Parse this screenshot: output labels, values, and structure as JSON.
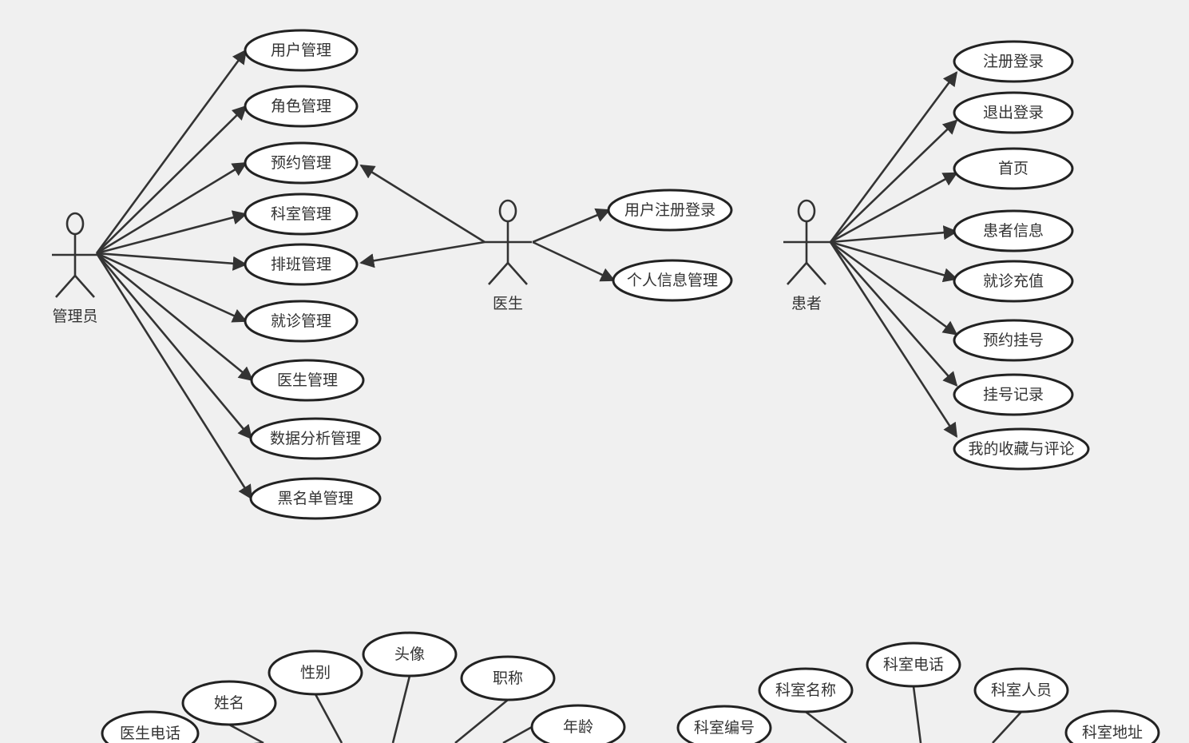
{
  "actors": {
    "admin": "管理员",
    "doctor": "医生",
    "patient": "患者"
  },
  "admin_use_cases": [
    "用户管理",
    "角色管理",
    "预约管理",
    "科室管理",
    "排班管理",
    "就诊管理",
    "医生管理",
    "数据分析管理",
    "黑名单管理"
  ],
  "doctor_use_cases": [
    "用户注册登录",
    "个人信息管理"
  ],
  "patient_use_cases": [
    "注册登录",
    "退出登录",
    "首页",
    "患者信息",
    "就诊充值",
    "预约挂号",
    "挂号记录",
    "我的收藏与评论"
  ],
  "doctor_attributes": [
    "医生电话",
    "姓名",
    "性别",
    "头像",
    "职称",
    "年龄"
  ],
  "department_attributes": [
    "科室编号",
    "科室名称",
    "科室电话",
    "科室人员",
    "科室地址"
  ]
}
